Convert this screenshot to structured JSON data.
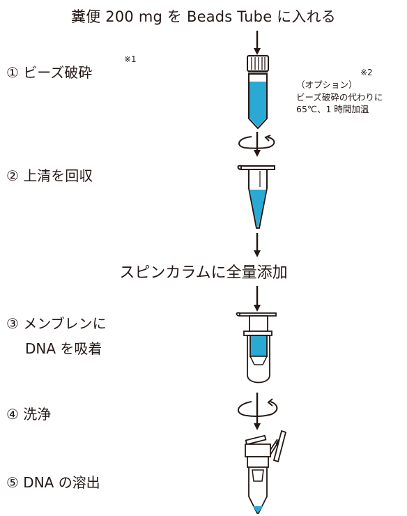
{
  "title": "糞便 200 mg を Beads Tube に入れる",
  "spin_heading": "スピンカラムに全量添加",
  "steps": [
    {
      "label": "① ビーズ破砕"
    },
    {
      "label": "② 上清を回収"
    },
    {
      "label": "③ メンブレンに"
    },
    {
      "label": "DNA を吸着"
    },
    {
      "label": "④ 洗浄"
    },
    {
      "label": "⑤ DNA の溶出"
    }
  ],
  "notes": {
    "note1_marker": "※1",
    "note2_marker": "※2",
    "option_title": "（オプション）",
    "option_line1": "ビーズ破砕の代わりに",
    "option_line2": "65℃、1 時間加温"
  },
  "colors": {
    "liquid": "#29a9d3",
    "stroke": "#231815"
  }
}
